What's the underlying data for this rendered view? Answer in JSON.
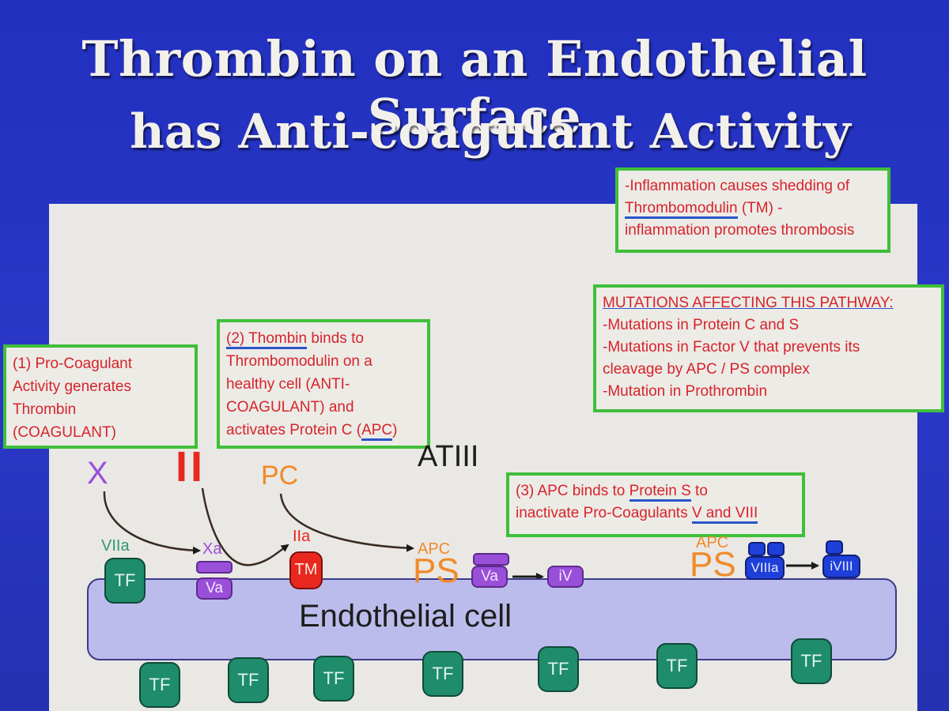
{
  "title": {
    "line1": "Thrombin on an Endothelial Surface",
    "line2": "has Anti-coagulant Activity"
  },
  "boxes": {
    "inflammation": {
      "line1": "-Inflammation causes shedding of",
      "line2_term": "Thrombomodulin",
      "line2_rest": " (TM) -",
      "line3": "inflammation promotes thrombosis"
    },
    "mutations": {
      "heading": "MUTATIONS AFFECTING THIS PATHWAY:",
      "line1": "-Mutations in Protein C and S",
      "line2": "-Mutations in Factor V that prevents its",
      "line3": "cleavage by APC / PS complex",
      "line4": "-Mutation in Prothrombin"
    },
    "procoagulant": {
      "line1": "(1) Pro-Coagulant",
      "line2": "Activity generates",
      "line3": "Thrombin",
      "line4": "(COAGULANT)"
    },
    "thrombin": {
      "prefix": "(2) ",
      "term": "Thombin",
      "line1_rest": " binds to",
      "line2": "Thrombomodulin on a",
      "line3": "healthy cell (ANTI-",
      "line4": "COAGULANT) and",
      "line5_start": "activates Protein C (",
      "line5_term": "APC",
      "line5_end": ")"
    },
    "apc": {
      "line1_start": "(3) APC binds to ",
      "line1_term": "Protein S",
      "line1_end": " to",
      "line2_start": "inactivate Pro-Coagulants ",
      "line2_term": "V and VIII"
    }
  },
  "diagram": {
    "labels": {
      "x": "X",
      "ii": "II",
      "pc": "PC",
      "atiii": "ATIII",
      "viia": "VIIa",
      "xa": "Xa",
      "iia": "IIa",
      "apc1": "APC",
      "apc2": "APC",
      "ps1": "PS",
      "ps2": "PS",
      "tf": "TF",
      "va_left": "Va",
      "va_mid": "Va",
      "iv": "iV",
      "viiia": "VIIIa",
      "iviii": "iVIII",
      "tm": "TM",
      "cell": "Endothelial cell"
    }
  },
  "colors": {
    "background": "#2433b8",
    "panel": "#e9e8e4",
    "box_border": "#3fbf3a",
    "box_text": "#d8232b",
    "underline": "#2a55c9",
    "purple": "#9a4fd9",
    "red": "#e8281e",
    "orange": "#f08a2a",
    "teal": "#1f8c6c",
    "blue": "#1f3fd9",
    "cell": "#bcbcec"
  }
}
